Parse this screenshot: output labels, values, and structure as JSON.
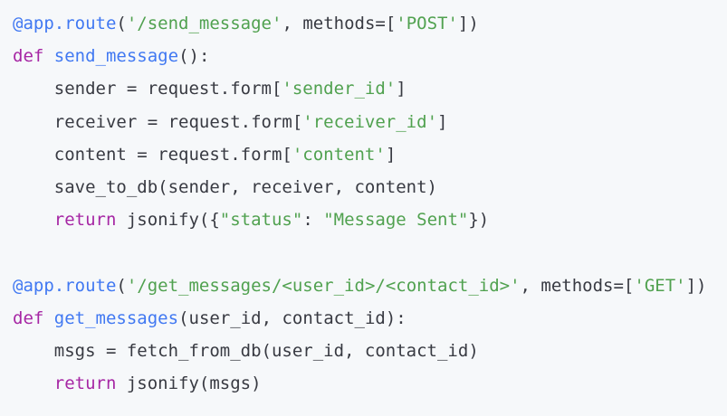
{
  "editor": {
    "language": "python",
    "colors": {
      "background": "#f6f8fa",
      "plain": "#383a42",
      "keyword": "#a626a4",
      "decorator": "#4078f2",
      "function": "#4078f2",
      "string": "#50a14f"
    },
    "lines": [
      {
        "tokens": [
          {
            "type": "decorator",
            "text": "@app.route"
          },
          {
            "type": "plain",
            "text": "("
          },
          {
            "type": "string",
            "text": "'/send_message'"
          },
          {
            "type": "plain",
            "text": ", methods=["
          },
          {
            "type": "string",
            "text": "'POST'"
          },
          {
            "type": "plain",
            "text": "])"
          }
        ]
      },
      {
        "tokens": [
          {
            "type": "keyword",
            "text": "def"
          },
          {
            "type": "plain",
            "text": " "
          },
          {
            "type": "function",
            "text": "send_message"
          },
          {
            "type": "plain",
            "text": "():"
          }
        ]
      },
      {
        "tokens": [
          {
            "type": "plain",
            "text": "    sender = request.form["
          },
          {
            "type": "string",
            "text": "'sender_id'"
          },
          {
            "type": "plain",
            "text": "]"
          }
        ]
      },
      {
        "tokens": [
          {
            "type": "plain",
            "text": "    receiver = request.form["
          },
          {
            "type": "string",
            "text": "'receiver_id'"
          },
          {
            "type": "plain",
            "text": "]"
          }
        ]
      },
      {
        "tokens": [
          {
            "type": "plain",
            "text": "    content = request.form["
          },
          {
            "type": "string",
            "text": "'content'"
          },
          {
            "type": "plain",
            "text": "]"
          }
        ]
      },
      {
        "tokens": [
          {
            "type": "plain",
            "text": "    save_to_db(sender, receiver, content)"
          }
        ]
      },
      {
        "tokens": [
          {
            "type": "plain",
            "text": "    "
          },
          {
            "type": "keyword",
            "text": "return"
          },
          {
            "type": "plain",
            "text": " jsonify({"
          },
          {
            "type": "string",
            "text": "\"status\""
          },
          {
            "type": "plain",
            "text": ": "
          },
          {
            "type": "string",
            "text": "\"Message Sent\""
          },
          {
            "type": "plain",
            "text": "})"
          }
        ]
      },
      {
        "tokens": []
      },
      {
        "tokens": [
          {
            "type": "decorator",
            "text": "@app.route"
          },
          {
            "type": "plain",
            "text": "("
          },
          {
            "type": "string",
            "text": "'/get_messages/<user_id>/<contact_id>'"
          },
          {
            "type": "plain",
            "text": ", methods=["
          },
          {
            "type": "string",
            "text": "'GET'"
          },
          {
            "type": "plain",
            "text": "])"
          }
        ]
      },
      {
        "tokens": [
          {
            "type": "keyword",
            "text": "def"
          },
          {
            "type": "plain",
            "text": " "
          },
          {
            "type": "function",
            "text": "get_messages"
          },
          {
            "type": "plain",
            "text": "(user_id, contact_id):"
          }
        ]
      },
      {
        "tokens": [
          {
            "type": "plain",
            "text": "    msgs = fetch_from_db(user_id, contact_id)"
          }
        ]
      },
      {
        "tokens": [
          {
            "type": "plain",
            "text": "    "
          },
          {
            "type": "keyword",
            "text": "return"
          },
          {
            "type": "plain",
            "text": " jsonify(msgs)"
          }
        ]
      }
    ]
  }
}
